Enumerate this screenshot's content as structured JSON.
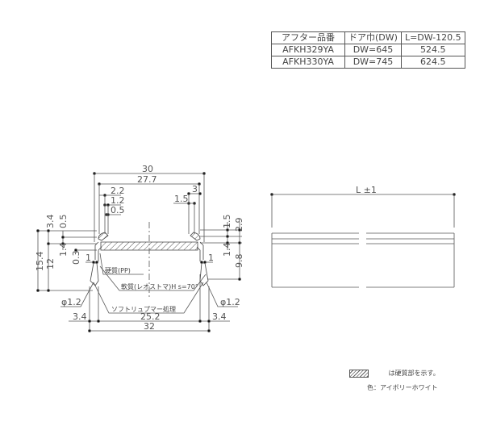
{
  "spec_table": {
    "headers": [
      "アフター品番",
      "ドア巾(DW)",
      "L=DW-120.5"
    ],
    "rows": [
      [
        "AFKH329YA",
        "DW=645",
        "524.5"
      ],
      [
        "AFKH330YA",
        "DW=745",
        "624.5"
      ]
    ]
  },
  "section_view": {
    "dims_top": [
      "30",
      "27.7",
      "2.2",
      "1.2",
      "0.5",
      "3",
      "1.5"
    ],
    "dims_left": [
      "3.4",
      "0.5",
      "15.4",
      "12",
      "1.4",
      "0.3",
      "1"
    ],
    "dims_right": [
      "1.5",
      "2.9",
      "1.4",
      "9.8",
      "1"
    ],
    "dims_bottom": [
      "3.4",
      "25.2",
      "32",
      "3.4"
    ],
    "diameter_left": "φ1.2",
    "diameter_right": "φ1.2",
    "callouts": {
      "hard_material": "硬質(PP)",
      "soft_material": "軟質(レオストマ)H s=70°",
      "treatment": "ソフトリュプマー処理"
    }
  },
  "side_view": {
    "length_label": "L ±1"
  },
  "legend": {
    "hatch_text": "は硬質部を示す。",
    "color_text": "色：アイボリーホワイト"
  }
}
